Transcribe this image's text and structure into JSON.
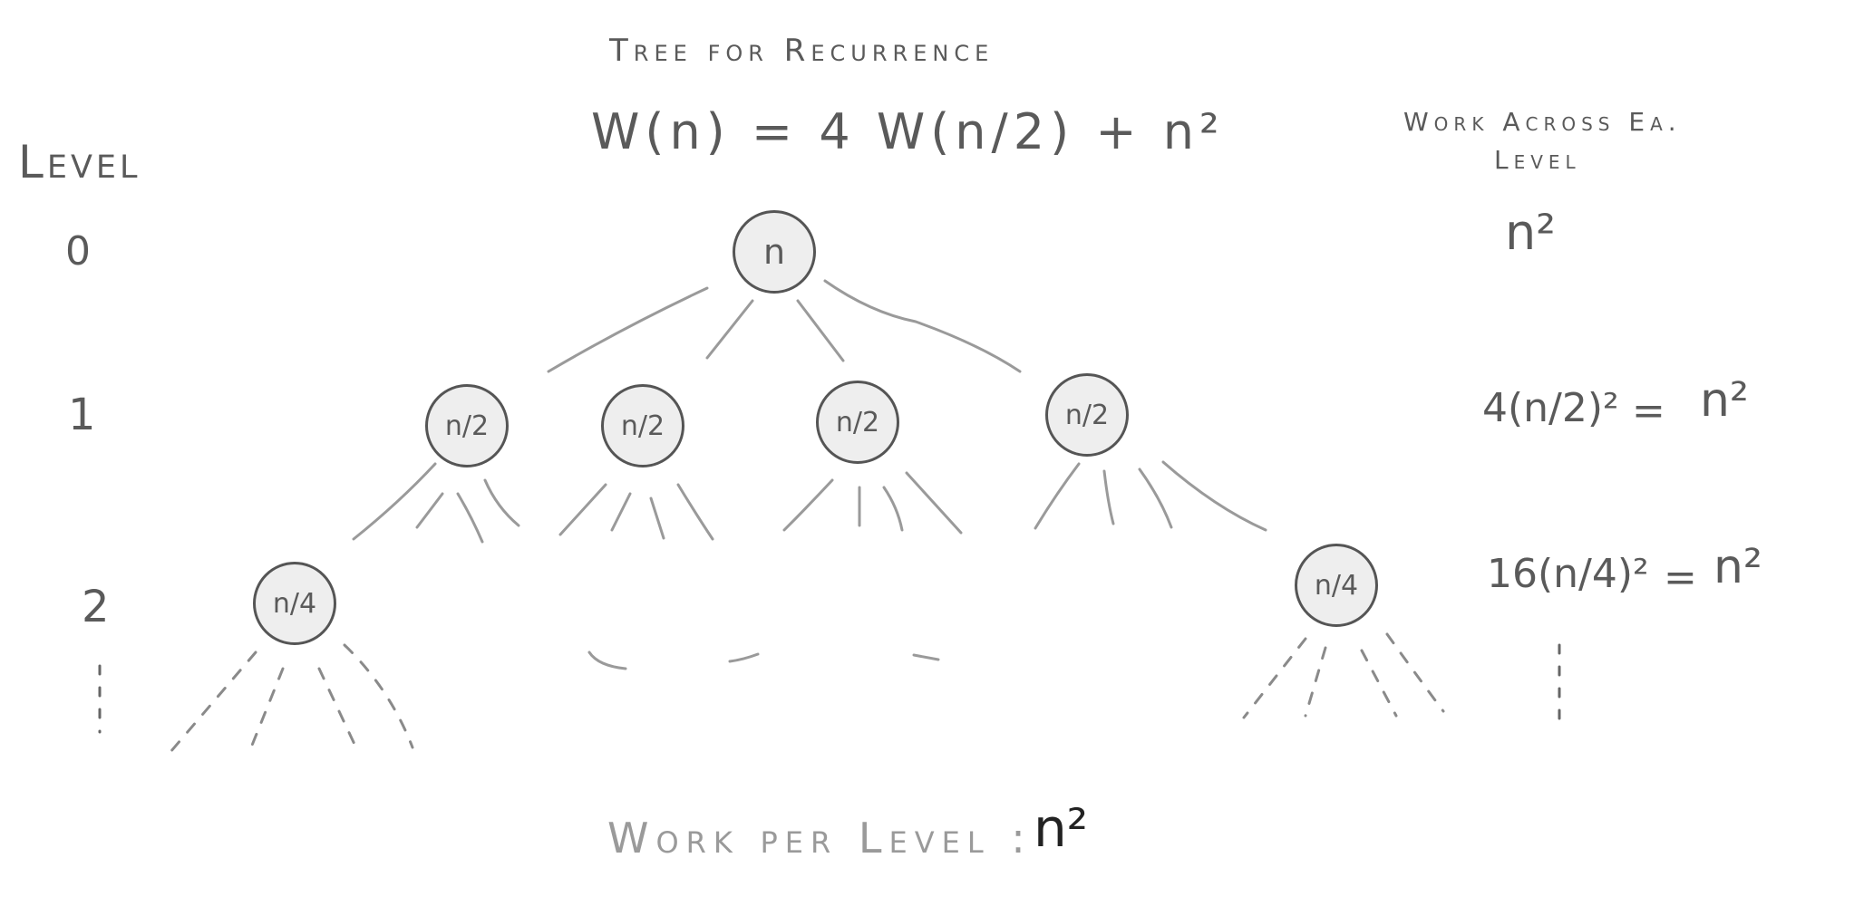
{
  "title": "Tree for Recurrence",
  "recurrence": "W(n) = 4 W(n/2) + n²",
  "level_header": "Level",
  "work_header_line1": "Work Across Ea.",
  "work_header_line2": "Level",
  "levels": [
    "0",
    "1",
    "2"
  ],
  "nodes": {
    "root": "n",
    "l1": [
      "n/2",
      "n/2",
      "n/2",
      "n/2"
    ],
    "l2": [
      "n/4",
      "n/4"
    ]
  },
  "work": {
    "level0": "n²",
    "level1_lhs": "4(n/2)²",
    "level1_rhs": "n²",
    "level2_lhs": "16(n/4)²",
    "level2_rhs": "n²"
  },
  "footer_label": "Work per Level :",
  "footer_value": "n²",
  "colors": {
    "ink": "#5a5a5a",
    "edge": "#9a9a9a",
    "node_fill": "#eeeeee",
    "node_stroke": "#555555",
    "footer_value": "#222222"
  }
}
